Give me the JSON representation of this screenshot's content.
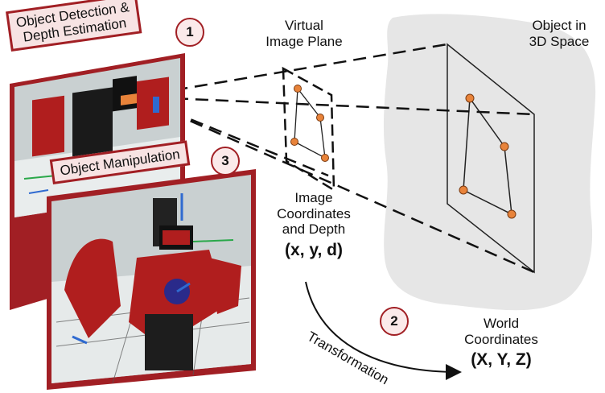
{
  "steps": [
    {
      "number": "1",
      "label_line1": "Object Detection &",
      "label_line2": "Depth Estimation"
    },
    {
      "number": "2",
      "label": "Transformation"
    },
    {
      "number": "3",
      "label": "Object Manipulation"
    }
  ],
  "virtual_plane": {
    "line1": "Virtual",
    "line2": "Image Plane"
  },
  "object_space": {
    "line1": "Object in",
    "line2": "3D Space"
  },
  "image_coords": {
    "line1": "Image",
    "line2": "Coordinates",
    "line3": "and Depth",
    "value": "(x, y, d)"
  },
  "world_coords": {
    "line1": "World",
    "line2": "Coordinates",
    "value": "(X, Y, Z)"
  },
  "colors": {
    "accent": "#a11f24",
    "point": "#e8833a",
    "cloud": "#e6e6e6",
    "frame": "#a11f24"
  }
}
